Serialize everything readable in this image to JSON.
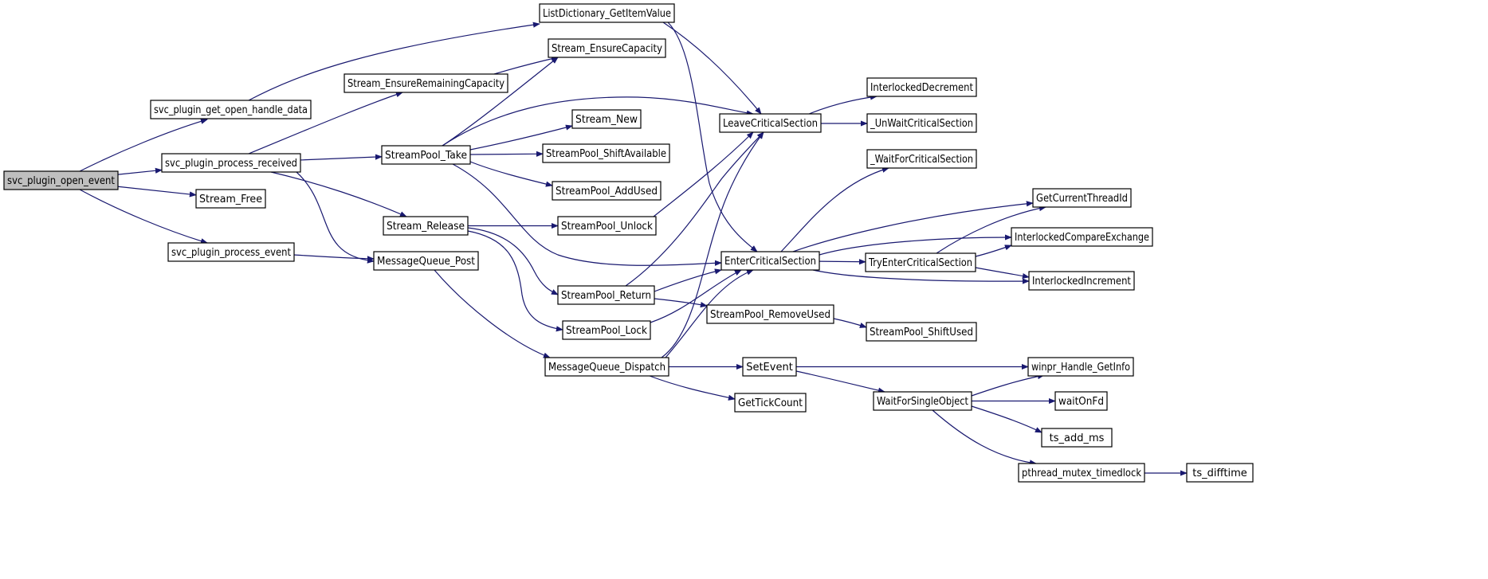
{
  "colors": {
    "edge": "#191970",
    "node_border": "#000000",
    "node_fill": "#ffffff",
    "root_fill": "#bfbfbf"
  },
  "nodes": {
    "n_open_event": "svc_plugin_open_event",
    "n_get_open_handle": "svc_plugin_get_open_handle_data",
    "n_process_received": "svc_plugin_process_received",
    "n_stream_free": "Stream_Free",
    "n_process_event": "svc_plugin_process_event",
    "n_listdict": "ListDictionary_GetItemValue",
    "n_ensure_remaining": "Stream_EnsureRemainingCapacity",
    "n_ensure_capacity": "Stream_EnsureCapacity",
    "n_pool_take": "StreamPool_Take",
    "n_stream_new": "Stream_New",
    "n_shift_available": "StreamPool_ShiftAvailable",
    "n_add_used": "StreamPool_AddUsed",
    "n_stream_release": "Stream_Release",
    "n_pool_unlock": "StreamPool_Unlock",
    "n_mq_post": "MessageQueue_Post",
    "n_pool_return": "StreamPool_Return",
    "n_pool_lock": "StreamPool_Lock",
    "n_mq_dispatch": "MessageQueue_Dispatch",
    "n_leave_cs": "LeaveCriticalSection",
    "n_enter_cs": "EnterCriticalSection",
    "n_remove_used": "StreamPool_RemoveUsed",
    "n_set_event": "SetEvent",
    "n_tick_count": "GetTickCount",
    "n_interlocked_dec": "InterlockedDecrement",
    "n_unwait_cs": "_UnWaitCriticalSection",
    "n_wait_cs": "_WaitForCriticalSection",
    "n_thread_id": "GetCurrentThreadId",
    "n_interlocked_cmp": "InterlockedCompareExchange",
    "n_try_enter_cs": "TryEnterCriticalSection",
    "n_interlocked_inc": "InterlockedIncrement",
    "n_shift_used": "StreamPool_ShiftUsed",
    "n_handle_getinfo": "winpr_Handle_GetInfo",
    "n_wait_single": "WaitForSingleObject",
    "n_wait_on_fd": "waitOnFd",
    "n_ts_add_ms": "ts_add_ms",
    "n_mutex_timedlock": "pthread_mutex_timedlock",
    "n_ts_difftime": "ts_difftime"
  },
  "edges": [
    [
      "n_open_event",
      "n_get_open_handle"
    ],
    [
      "n_open_event",
      "n_process_received"
    ],
    [
      "n_open_event",
      "n_stream_free"
    ],
    [
      "n_open_event",
      "n_process_event"
    ],
    [
      "n_get_open_handle",
      "n_listdict"
    ],
    [
      "n_process_received",
      "n_ensure_remaining"
    ],
    [
      "n_process_received",
      "n_pool_take"
    ],
    [
      "n_process_received",
      "n_stream_release"
    ],
    [
      "n_process_received",
      "n_mq_post"
    ],
    [
      "n_process_event",
      "n_mq_post"
    ],
    [
      "n_listdict",
      "n_leave_cs"
    ],
    [
      "n_listdict",
      "n_enter_cs"
    ],
    [
      "n_ensure_remaining",
      "n_ensure_capacity"
    ],
    [
      "n_pool_take",
      "n_ensure_capacity"
    ],
    [
      "n_pool_take",
      "n_leave_cs"
    ],
    [
      "n_pool_take",
      "n_stream_new"
    ],
    [
      "n_pool_take",
      "n_shift_available"
    ],
    [
      "n_pool_take",
      "n_add_used"
    ],
    [
      "n_pool_take",
      "n_enter_cs"
    ],
    [
      "n_stream_release",
      "n_pool_unlock"
    ],
    [
      "n_stream_release",
      "n_pool_return"
    ],
    [
      "n_stream_release",
      "n_pool_lock"
    ],
    [
      "n_pool_unlock",
      "n_leave_cs"
    ],
    [
      "n_pool_return",
      "n_leave_cs"
    ],
    [
      "n_pool_return",
      "n_enter_cs"
    ],
    [
      "n_pool_return",
      "n_remove_used"
    ],
    [
      "n_pool_lock",
      "n_enter_cs"
    ],
    [
      "n_mq_post",
      "n_mq_dispatch"
    ],
    [
      "n_mq_dispatch",
      "n_leave_cs"
    ],
    [
      "n_mq_dispatch",
      "n_enter_cs"
    ],
    [
      "n_mq_dispatch",
      "n_set_event"
    ],
    [
      "n_mq_dispatch",
      "n_tick_count"
    ],
    [
      "n_leave_cs",
      "n_interlocked_dec"
    ],
    [
      "n_leave_cs",
      "n_unwait_cs"
    ],
    [
      "n_enter_cs",
      "n_wait_cs"
    ],
    [
      "n_enter_cs",
      "n_thread_id"
    ],
    [
      "n_enter_cs",
      "n_interlocked_cmp"
    ],
    [
      "n_enter_cs",
      "n_try_enter_cs"
    ],
    [
      "n_enter_cs",
      "n_interlocked_inc"
    ],
    [
      "n_try_enter_cs",
      "n_thread_id"
    ],
    [
      "n_try_enter_cs",
      "n_interlocked_cmp"
    ],
    [
      "n_try_enter_cs",
      "n_interlocked_inc"
    ],
    [
      "n_remove_used",
      "n_shift_used"
    ],
    [
      "n_set_event",
      "n_handle_getinfo"
    ],
    [
      "n_set_event",
      "n_wait_single"
    ],
    [
      "n_wait_single",
      "n_handle_getinfo"
    ],
    [
      "n_wait_single",
      "n_wait_on_fd"
    ],
    [
      "n_wait_single",
      "n_ts_add_ms"
    ],
    [
      "n_wait_single",
      "n_mutex_timedlock"
    ],
    [
      "n_mutex_timedlock",
      "n_ts_difftime"
    ]
  ]
}
